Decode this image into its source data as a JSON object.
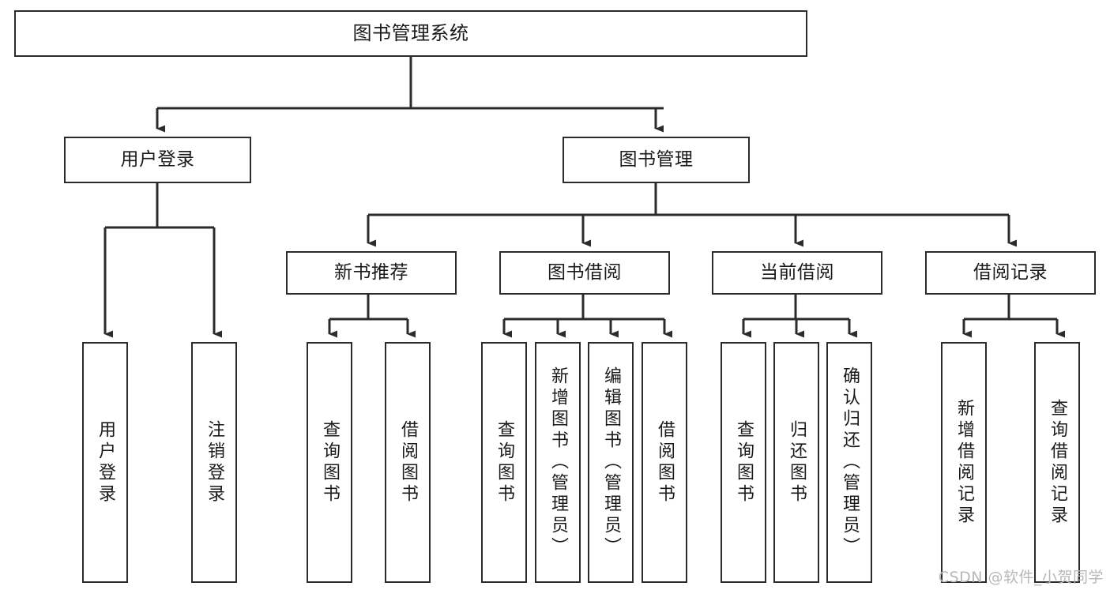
{
  "diagram": {
    "title": "图书管理系统",
    "type": "功能结构图",
    "watermark": "CSDN @软件_小贺同学",
    "colors": {
      "background": "#ffffff",
      "box_border": "#2b2b2b",
      "box_fill": "#ffffff",
      "text": "#1a1a1a",
      "edge": "#2b2b2b",
      "watermark": "#b8b8b8"
    }
  },
  "nodes": {
    "root": {
      "label": "图书管理系统",
      "level": 1
    },
    "l2": [
      {
        "id": "user-login",
        "label": "用户登录",
        "level": 2
      },
      {
        "id": "book-manage",
        "label": "图书管理",
        "level": 2
      }
    ],
    "l3": [
      {
        "id": "new-book-recommend",
        "label": "新书推荐",
        "level": 3,
        "parent": "book-manage"
      },
      {
        "id": "book-borrow",
        "label": "图书借阅",
        "level": 3,
        "parent": "book-manage"
      },
      {
        "id": "current-borrow",
        "label": "当前借阅",
        "level": 3,
        "parent": "book-manage"
      },
      {
        "id": "borrow-record",
        "label": "借阅记录",
        "level": 3,
        "parent": "book-manage"
      }
    ],
    "leaves": [
      {
        "id": "leaf-user-login",
        "label": "用户登录",
        "parent": "user-login"
      },
      {
        "id": "leaf-user-logout",
        "label": "注销登录",
        "parent": "user-login"
      },
      {
        "id": "leaf-query-book-1",
        "label": "查询图书",
        "parent": "new-book-recommend"
      },
      {
        "id": "leaf-borrow-book-1",
        "label": "借阅图书",
        "parent": "new-book-recommend"
      },
      {
        "id": "leaf-query-book-2",
        "label": "查询图书",
        "parent": "book-borrow"
      },
      {
        "id": "leaf-add-book",
        "label": "新增图书（管理员）",
        "parent": "book-borrow"
      },
      {
        "id": "leaf-edit-book",
        "label": "编辑图书（管理员）",
        "parent": "book-borrow"
      },
      {
        "id": "leaf-borrow-book-2",
        "label": "借阅图书",
        "parent": "book-borrow"
      },
      {
        "id": "leaf-query-book-3",
        "label": "查询图书",
        "parent": "current-borrow"
      },
      {
        "id": "leaf-return-book",
        "label": "归还图书",
        "parent": "current-borrow"
      },
      {
        "id": "leaf-confirm-return",
        "label": "确认归还（管理员）",
        "parent": "current-borrow"
      },
      {
        "id": "leaf-add-record",
        "label": "新增借阅记录",
        "parent": "borrow-record"
      },
      {
        "id": "leaf-query-record",
        "label": "查询借阅记录",
        "parent": "borrow-record"
      }
    ]
  }
}
